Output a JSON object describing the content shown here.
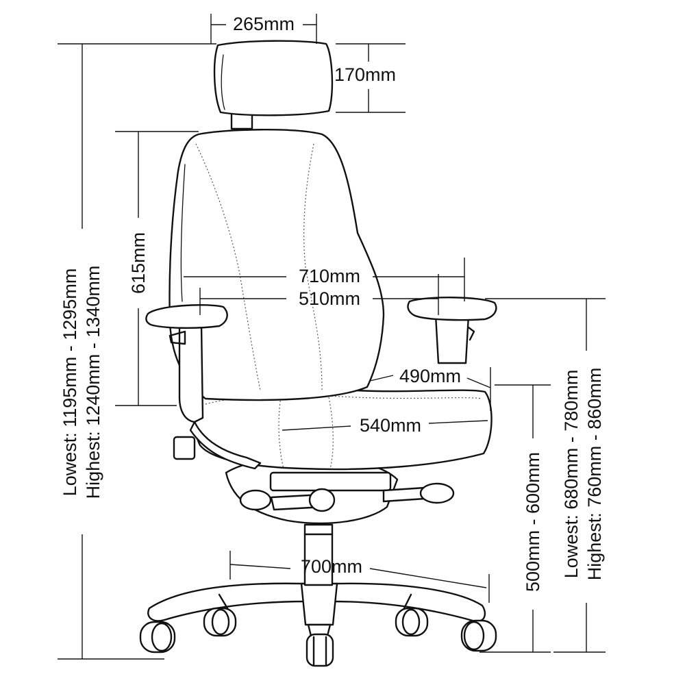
{
  "dimensions": {
    "headrest_width": "265mm",
    "headrest_height": "170mm",
    "backrest_height": "615mm",
    "overall_width": "710mm",
    "inner_arm_width": "510mm",
    "seat_depth": "490mm",
    "seat_width": "540mm",
    "base_width": "700mm",
    "seat_height": "500mm - 600mm",
    "overall_height_lowest": "Lowest: 1195mm - 1295mm",
    "overall_height_highest": "Highest: 1240mm - 1340mm",
    "arm_height_lowest": "Lowest: 680mm - 780mm",
    "arm_height_highest": "Highest: 760mm - 860mm"
  },
  "colors": {
    "line": "#111111",
    "background": "#ffffff"
  }
}
